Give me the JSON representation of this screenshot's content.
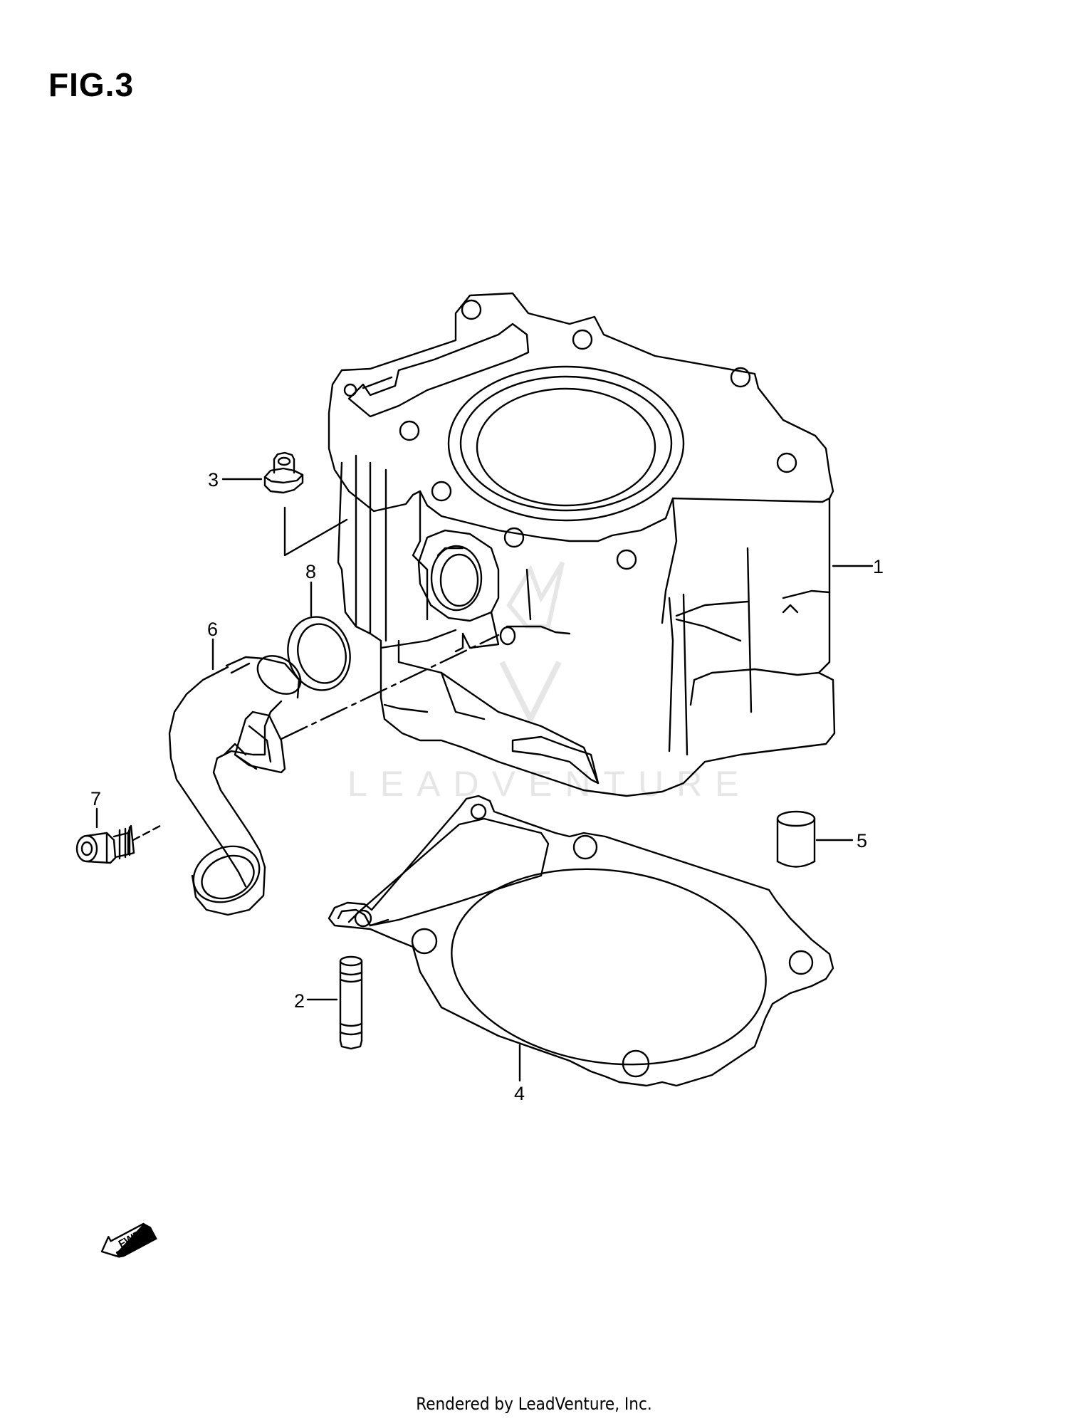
{
  "figure": {
    "title": "FIG.3"
  },
  "watermark": {
    "text": "LEADVENTURE"
  },
  "callouts": [
    {
      "id": "1",
      "label": "1"
    },
    {
      "id": "2",
      "label": "2"
    },
    {
      "id": "3",
      "label": "3"
    },
    {
      "id": "4",
      "label": "4"
    },
    {
      "id": "5",
      "label": "5"
    },
    {
      "id": "6",
      "label": "6"
    },
    {
      "id": "7",
      "label": "7"
    },
    {
      "id": "8",
      "label": "8"
    }
  ],
  "direction_arrow": {
    "label": "FWD"
  },
  "footer": {
    "text": "Rendered by LeadVenture, Inc."
  },
  "colors": {
    "line": "#000000",
    "background": "#ffffff",
    "watermark": "#e6e6e6"
  }
}
